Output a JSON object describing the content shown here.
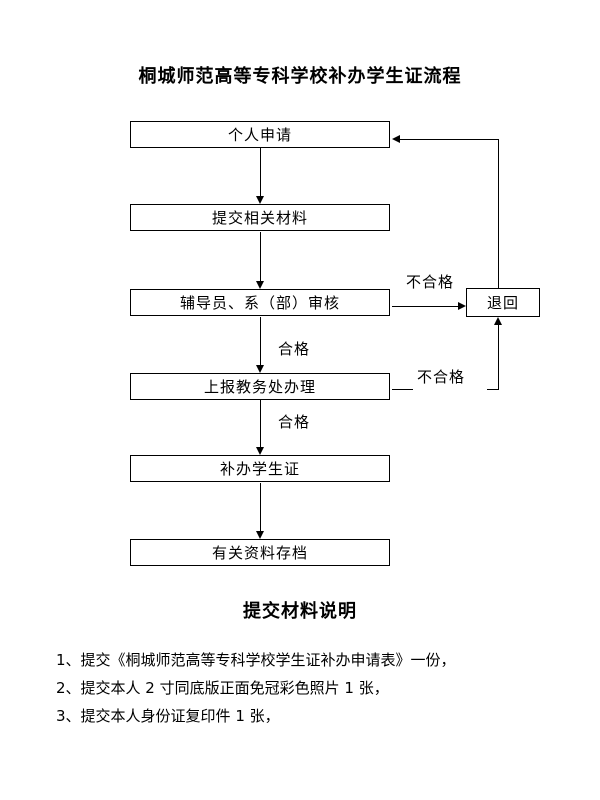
{
  "page": {
    "title": "桐城师范高等专科学校补办学生证流程"
  },
  "flowchart": {
    "boxes": [
      {
        "label": "个人申请"
      },
      {
        "label": "提交相关材料"
      },
      {
        "label": "辅导员、系（部）审核"
      },
      {
        "label": "上报教务处办理"
      },
      {
        "label": "补办学生证"
      },
      {
        "label": "有关资料存档"
      }
    ],
    "return_box_label": "退回",
    "edge_labels": {
      "review_fail": "不合格",
      "review_pass": "合格",
      "report_fail": "不合格",
      "report_pass": "合格"
    }
  },
  "materials": {
    "heading": "提交材料说明",
    "items": [
      "1、提交《桐城师范高等专科学校学生证补办申请表》一份，",
      "2、提交本人 2 寸同底版正面免冠彩色照片 1 张，",
      "3、提交本人身份证复印件 1 张，"
    ]
  },
  "colors": {
    "background": "#ffffff",
    "text": "#000000",
    "line": "#000000"
  }
}
